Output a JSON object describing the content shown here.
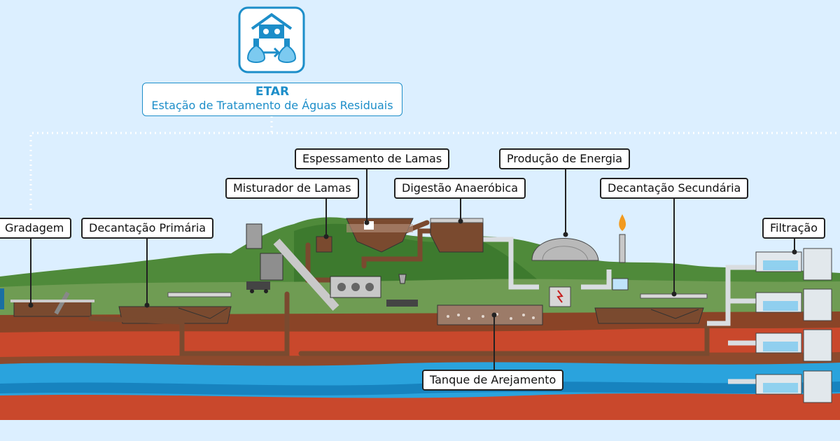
{
  "header": {
    "abbreviation": "ETAR",
    "full_name": "Estação de Tratamento de Águas Residuais"
  },
  "stages": {
    "gradagem": "Gradagem",
    "decantacao_primaria": "Decantação Primária",
    "misturador_lamas": "Misturador de Lamas",
    "espessamento_lamas": "Espessamento de Lamas",
    "digestao_anaerobica": "Digestão Anaeróbica",
    "producao_energia": "Produção de Energia",
    "decantacao_secundaria": "Decantação Secundária",
    "filtracao": "Filtração",
    "tanque_arejamento": "Tanque de Arejamento"
  },
  "colors": {
    "sky": "#dcefff",
    "hills": "#4f8a3a",
    "soil": "#8a4427",
    "water": "#2aa3dd",
    "accent": "#1d8ec9"
  },
  "icons": {
    "logo": "house-water-treatment-icon"
  }
}
